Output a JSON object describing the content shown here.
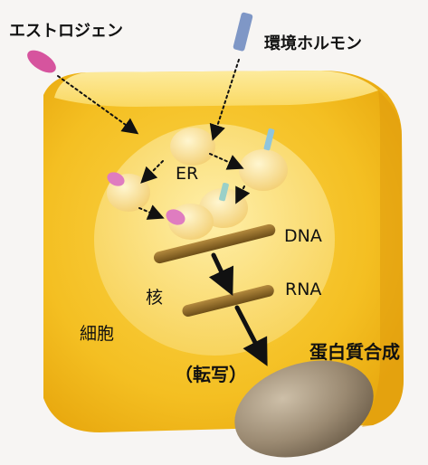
{
  "labels": {
    "estrogen": "エストロジェン",
    "endocrine_disruptor": "環境ホルモン",
    "er": "ER",
    "dna": "DNA",
    "rna": "RNA",
    "nucleus": "核",
    "cell": "細胞",
    "transcription": "（転写）",
    "protein_synthesis": "蛋白質合成"
  },
  "colors": {
    "background": "#f7f5f3",
    "cell_body": "#f5c52e",
    "cell_top": "#fde58a",
    "nucleus": "#fbe07a",
    "strand": "#8f6a28",
    "protein": "#9b8a72",
    "estrogen": "#d6549e",
    "hormone": "#7f97c6",
    "arrow": "#111111"
  }
}
